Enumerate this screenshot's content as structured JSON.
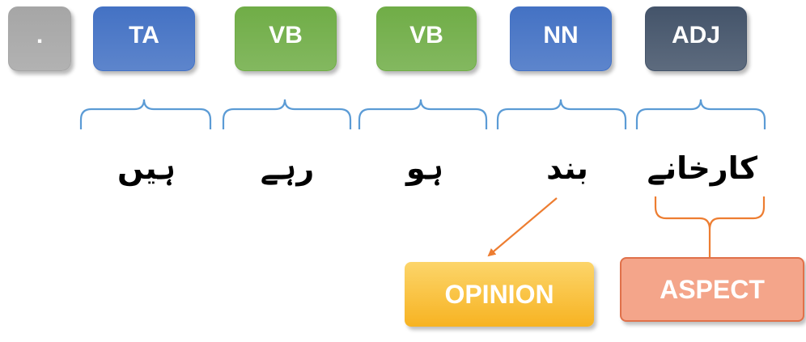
{
  "tags": [
    {
      "id": "dot",
      "label": ".",
      "color": "#a6a6a6"
    },
    {
      "id": "ta",
      "label": "TA",
      "color": "#4472c4"
    },
    {
      "id": "vb1",
      "label": "VB",
      "color": "#70ad47"
    },
    {
      "id": "vb2",
      "label": "VB",
      "color": "#70ad47"
    },
    {
      "id": "nn",
      "label": "NN",
      "color": "#4472c4"
    },
    {
      "id": "adj",
      "label": "ADJ",
      "color": "#44546a"
    }
  ],
  "words": [
    "ہیں",
    "رہے",
    "ہو",
    "بند",
    "کارخانے"
  ],
  "labels": {
    "opinion": {
      "text": "OPINION",
      "color": "#f7b322"
    },
    "aspect": {
      "text": "ASPECT",
      "color": "#f4a58a"
    }
  },
  "colors": {
    "bracket": "#5b9bd5",
    "aspect_bracket": "#ed7d31",
    "arrow": "#ed7d31"
  }
}
